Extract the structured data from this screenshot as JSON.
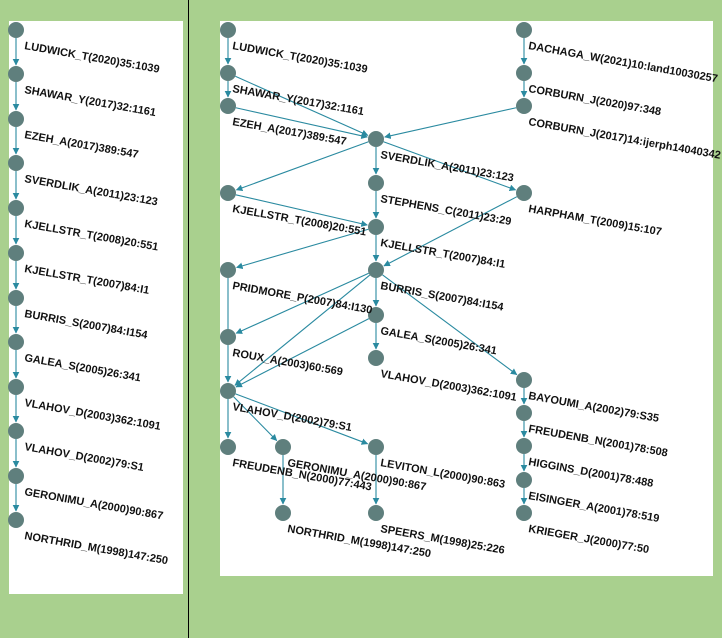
{
  "colors": {
    "background": "#a9d08e",
    "panel": "#ffffff",
    "node": "#5f7f7d",
    "edge": "#2a8aa0",
    "label": "#111111"
  },
  "left_chain": {
    "nodes": [
      {
        "id": "L1",
        "label": "LUDWICK_T(2020)35:1039"
      },
      {
        "id": "L2",
        "label": "SHAWAR_Y(2017)32:1161"
      },
      {
        "id": "L3",
        "label": "EZEH_A(2017)389:547"
      },
      {
        "id": "L4",
        "label": "SVERDLIK_A(2011)23:123"
      },
      {
        "id": "L5",
        "label": "KJELLSTR_T(2008)20:551"
      },
      {
        "id": "L6",
        "label": "KJELLSTR_T(2007)84:I1"
      },
      {
        "id": "L7",
        "label": "BURRIS_S(2007)84:I154"
      },
      {
        "id": "L8",
        "label": "GALEA_S(2005)26:341"
      },
      {
        "id": "L9",
        "label": "VLAHOV_D(2003)362:1091"
      },
      {
        "id": "L10",
        "label": "VLAHOV_D(2002)79:S1"
      },
      {
        "id": "L11",
        "label": "GERONIMU_A(2000)90:867"
      },
      {
        "id": "L12",
        "label": "NORTHRID_M(1998)147:250"
      }
    ]
  },
  "network": {
    "nodes": [
      {
        "id": "LUD",
        "label": "LUDWICK_T(2020)35:1039"
      },
      {
        "id": "SHA",
        "label": "SHAWAR_Y(2017)32:1161"
      },
      {
        "id": "EZE",
        "label": "EZEH_A(2017)389:547"
      },
      {
        "id": "DAC",
        "label": "DACHAGA_W(2021)10:land10030257"
      },
      {
        "id": "COR1",
        "label": "CORBURN_J(2020)97:348"
      },
      {
        "id": "COR2",
        "label": "CORBURN_J(2017)14:ijerph14040342"
      },
      {
        "id": "SVE",
        "label": "SVERDLIK_A(2011)23:123"
      },
      {
        "id": "KJ8",
        "label": "KJELLSTR_T(2008)20:551"
      },
      {
        "id": "STE",
        "label": "STEPHENS_C(2011)23:29"
      },
      {
        "id": "HAR",
        "label": "HARPHAM_T(2009)15:107"
      },
      {
        "id": "KJ7",
        "label": "KJELLSTR_T(2007)84:I1"
      },
      {
        "id": "PRI",
        "label": "PRIDMORE_P(2007)84:I130"
      },
      {
        "id": "BUR",
        "label": "BURRIS_S(2007)84:I154"
      },
      {
        "id": "ROU",
        "label": "ROUX_A(2003)60:569"
      },
      {
        "id": "GAL",
        "label": "GALEA_S(2005)26:341"
      },
      {
        "id": "VL3",
        "label": "VLAHOV_D(2003)362:1091"
      },
      {
        "id": "BAY",
        "label": "BAYOUMI_A(2002)79:S35"
      },
      {
        "id": "VL2",
        "label": "VLAHOV_D(2002)79:S1"
      },
      {
        "id": "FR1",
        "label": "FREUDENB_N(2001)78:508"
      },
      {
        "id": "HIG",
        "label": "HIGGINS_D(2001)78:488"
      },
      {
        "id": "GER",
        "label": "GERONIMU_A(2000)90:867"
      },
      {
        "id": "LEV",
        "label": "LEVITON_L(2000)90:863"
      },
      {
        "id": "EIS",
        "label": "EISINGER_A(2001)78:519"
      },
      {
        "id": "FR0",
        "label": "FREUDENB_N(2000)77:443"
      },
      {
        "id": "KRI",
        "label": "KRIEGER_J(2000)77:50"
      },
      {
        "id": "NOR",
        "label": "NORTHRID_M(1998)147:250"
      },
      {
        "id": "SPE",
        "label": "SPEERS_M(1998)25:226"
      }
    ],
    "edges": [
      [
        "LUD",
        "SHA"
      ],
      [
        "SHA",
        "EZE"
      ],
      [
        "EZE",
        "SVE"
      ],
      [
        "SHA",
        "SVE"
      ],
      [
        "DAC",
        "COR1"
      ],
      [
        "COR1",
        "COR2"
      ],
      [
        "COR2",
        "SVE"
      ],
      [
        "SVE",
        "KJ8"
      ],
      [
        "SVE",
        "STE"
      ],
      [
        "SVE",
        "HAR"
      ],
      [
        "KJ8",
        "KJ7"
      ],
      [
        "STE",
        "KJ7"
      ],
      [
        "KJ7",
        "PRI"
      ],
      [
        "KJ7",
        "BUR"
      ],
      [
        "HAR",
        "BUR"
      ],
      [
        "BUR",
        "ROU"
      ],
      [
        "BUR",
        "VL2"
      ],
      [
        "BUR",
        "GAL"
      ],
      [
        "BUR",
        "BAY"
      ],
      [
        "GAL",
        "VL3"
      ],
      [
        "GAL",
        "VL2"
      ],
      [
        "PRI",
        "VL2"
      ],
      [
        "VL2",
        "FR0"
      ],
      [
        "VL2",
        "GER"
      ],
      [
        "VL2",
        "LEV"
      ],
      [
        "GER",
        "NOR"
      ],
      [
        "LEV",
        "SPE"
      ],
      [
        "BAY",
        "FR1"
      ],
      [
        "FR1",
        "HIG"
      ],
      [
        "HIG",
        "EIS"
      ],
      [
        "EIS",
        "KRI"
      ]
    ]
  }
}
